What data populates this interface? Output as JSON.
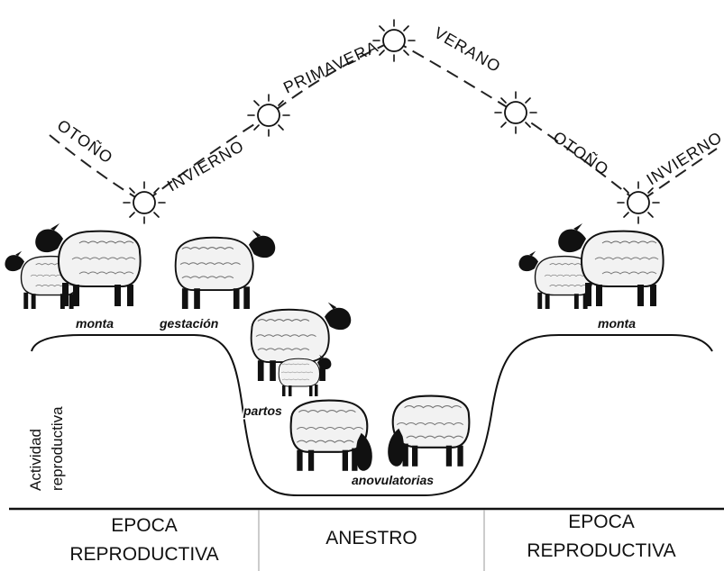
{
  "seasons": [
    "OTOÑO",
    "INVIERNO",
    "PRIMAVERA",
    "VERANO",
    "OTOÑO",
    "INVIERNO"
  ],
  "stages": {
    "monta_1": "monta",
    "gestacion": "gestación",
    "partos": "partos",
    "anovulatorias": "anovulatorias",
    "monta_2": "monta"
  },
  "y_axis": [
    "Actividad",
    "reproductiva"
  ],
  "periods": {
    "left": [
      "EPOCA",
      "REPRODUCTIVA"
    ],
    "middle": "ANESTRO",
    "right": [
      "EPOCA",
      "REPRODUCTIVA"
    ]
  },
  "icons": [
    "sun-icon",
    "sheep-icon"
  ]
}
